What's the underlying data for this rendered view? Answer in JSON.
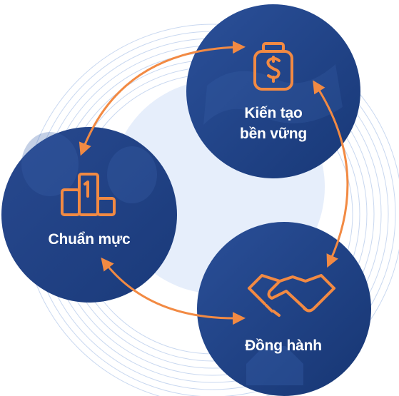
{
  "colors": {
    "accent": "#f28a43",
    "circle_fill": "#22468f",
    "circle_fill_dark": "#16346f",
    "ring": "#c9d8f0",
    "halo": "#e6eefb",
    "label": "#ffffff"
  },
  "nodes": [
    {
      "id": "kien-tao",
      "icon": "money-jar-icon",
      "lines": [
        "Kiến tạo",
        "bền vững"
      ]
    },
    {
      "id": "chuan-muc",
      "icon": "podium-icon",
      "lines": [
        "Chuẩn mực"
      ]
    },
    {
      "id": "dong-hanh",
      "icon": "handshake-icon",
      "lines": [
        "Đồng hành"
      ]
    }
  ],
  "arrows": [
    {
      "from": "chuan-muc",
      "to": "kien-tao",
      "style": "double-headed"
    },
    {
      "from": "kien-tao",
      "to": "dong-hanh",
      "style": "double-headed"
    },
    {
      "from": "dong-hanh",
      "to": "chuan-muc",
      "style": "double-headed"
    }
  ]
}
